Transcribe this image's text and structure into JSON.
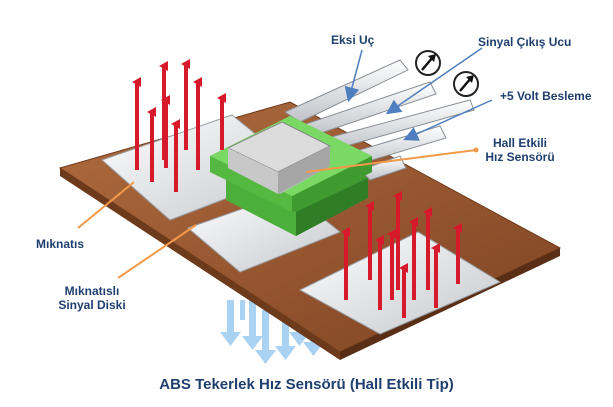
{
  "labels": {
    "negative_terminal": "Eksi Uç",
    "signal_output_terminal": "Sinyal Çıkış Ucu",
    "supply_5v": "+5 Volt Besleme",
    "hall_sensor_line1": "Hall Etkili",
    "hall_sensor_line2": "Hız Sensörü",
    "magnet": "Mıknatıs",
    "magnetic_disk_line1": "Mıknatıslı",
    "magnetic_disk_line2": "Sinyal Diski"
  },
  "caption": "ABS Tekerlek Hız Sensörü (Hall Etkili Tip)",
  "colors": {
    "board": "#9a5a33",
    "board_edge": "#6e3a1c",
    "pad": "#d8dbe0",
    "chip_green": "#5fc64a",
    "chip_green_dark": "#3f9a30",
    "chip_top": "#cfcfcf",
    "field_arrow_up": "#d61a2c",
    "field_arrow_down": "#9ecbf0",
    "pointer_blue": "#4f7fbf",
    "pointer_orange": "#f29a4a",
    "text": "#1f3f6e"
  }
}
